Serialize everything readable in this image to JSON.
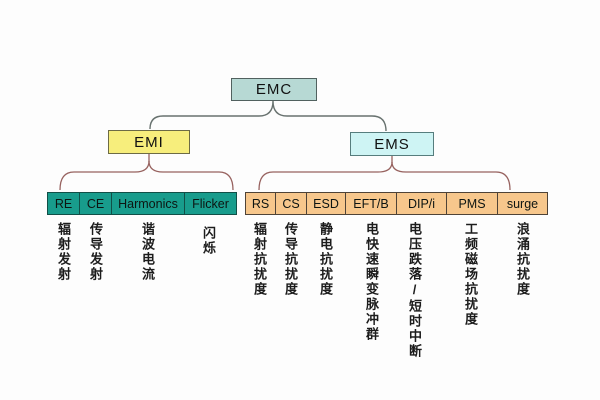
{
  "diagram": {
    "title_root": "EMC",
    "colors": {
      "emc_fill": "#b7d9d4",
      "emi_fill": "#f7ee7c",
      "ems_fill": "#cef4f4",
      "emi_child_fill": "#189c8c",
      "ems_child_fill": "#f7c78c",
      "top_connector": "#68726f",
      "brace_connector": "#97625f"
    },
    "level2": {
      "emi_label": "EMI",
      "ems_label": "EMS"
    },
    "emi_children": [
      {
        "label": "RE",
        "cn": "辐射发射"
      },
      {
        "label": "CE",
        "cn": "传导发射"
      },
      {
        "label": "Harmonics",
        "cn": "谐波电流"
      },
      {
        "label": "Flicker",
        "cn": "闪烁"
      }
    ],
    "ems_children": [
      {
        "label": "RS",
        "cn": "辐射抗扰度"
      },
      {
        "label": "CS",
        "cn": "传导抗扰度"
      },
      {
        "label": "ESD",
        "cn": "静电抗扰度"
      },
      {
        "label": "EFT/B",
        "cn": "电快速瞬变脉冲群"
      },
      {
        "label": "DIP/i",
        "cn": "电压跌落/短时中断"
      },
      {
        "label": "PMS",
        "cn": "工频磁场抗扰度"
      },
      {
        "label": "surge",
        "cn": "浪涌抗扰度"
      }
    ]
  }
}
